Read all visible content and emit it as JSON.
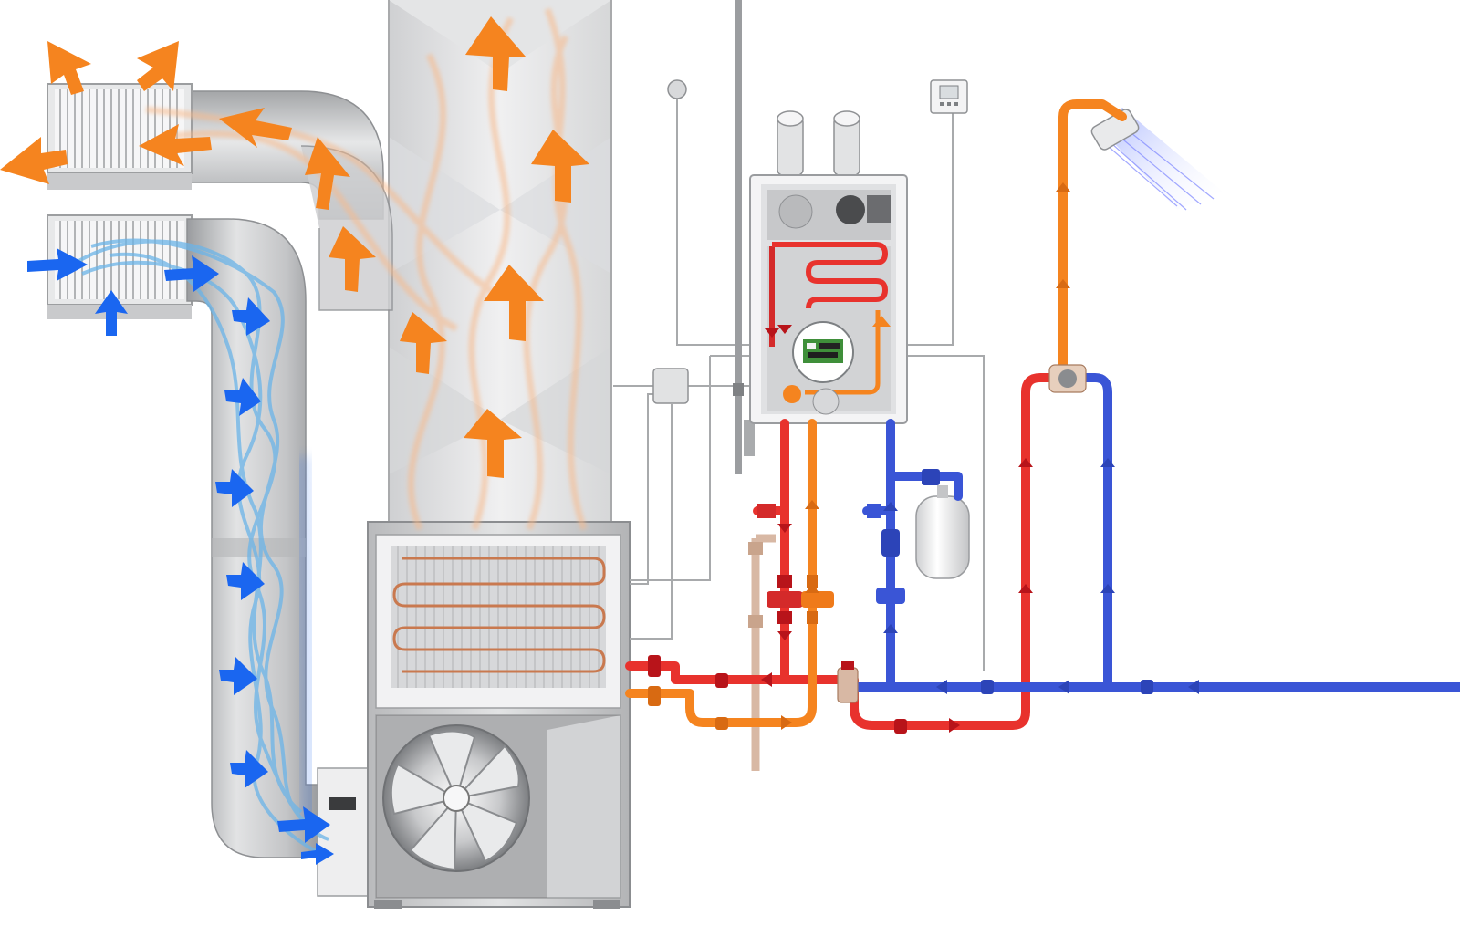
{
  "diagram": {
    "title": "",
    "colors": {
      "hot_water": "#e8322d",
      "hot_water_dark": "#b8141a",
      "warm_air": "#f5841f",
      "warm_air_light": "#f8b98a",
      "cold_water": "#3a55d6",
      "cold_air": "#1a66f0",
      "cold_air_light": "#6bb4e8",
      "duct_gray": "#c9cacc",
      "metal_light": "#e9eaeb",
      "metal_dark": "#8a8c8f",
      "condensate": "#d8b8a4"
    },
    "components": {
      "supply_register": "supply-air-register",
      "return_grille": "return-air-grille",
      "air_handler": "air-handler",
      "heating_coil": "hydronic-heating-coil",
      "blower": "blower-fan",
      "water_heater": "tankless-water-heater",
      "thermostat": "thermostat",
      "outdoor_sensor": "outdoor-sensor",
      "junction_box": "junction-box",
      "expansion_tank": "expansion-tank",
      "mixing_valve": "thermostatic-mixing-valve",
      "shower_head": "shower-head",
      "control_board": "control-board"
    }
  }
}
